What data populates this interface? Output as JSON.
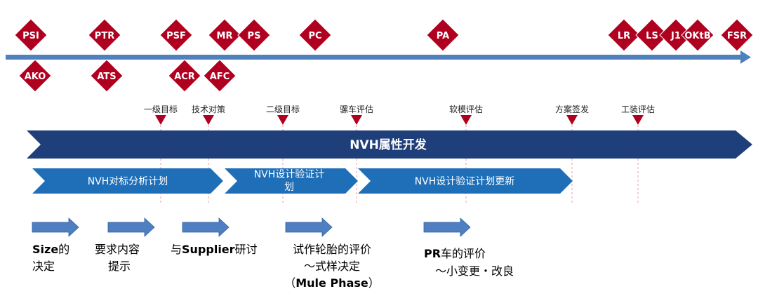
{
  "colors": {
    "timeline": "#4F81BD",
    "milestone": "#B00020",
    "band": "#1F3F7A",
    "phase": "#1F6FB8",
    "small_arrow": "#4F7FC0",
    "guide": "#E08080"
  },
  "milestones_top": [
    "PSI",
    "PTR",
    "PSF",
    "MR",
    "PS",
    "PC",
    "PA",
    "LR",
    "LS",
    "J1",
    "OKtB",
    "FSR"
  ],
  "milestones_bottom": [
    "AKO",
    "ATS",
    "ACR",
    "AFC"
  ],
  "markers": [
    "一级目标",
    "技术对策",
    "二级目标",
    "骡车评估",
    "软模评估",
    "方案签发",
    "工装评估"
  ],
  "main_band": {
    "label": "NVH属性开发"
  },
  "phases": [
    {
      "label": "NVH对标分析计划"
    },
    {
      "label_line1": "NVH设计验证计",
      "label_line2": "划"
    },
    {
      "label": "NVH设计验证计划更新"
    }
  ],
  "activities": [
    {
      "line1_bold": "Size",
      "line1_rest": "的",
      "line2": "决定",
      "line3": ""
    },
    {
      "line1_bold": "",
      "line1_rest": "要求内容",
      "line2": "提示",
      "line3": ""
    },
    {
      "line1_pre": "与",
      "line1_bold": "Supplier",
      "line1_rest": "研讨",
      "line2": "",
      "line3": ""
    },
    {
      "line1_bold": "",
      "line1_rest": "试作轮胎的评价",
      "line2": "～式样决定",
      "line3_pre": "（",
      "line3_bold": "Mule Phase",
      "line3_post": "）"
    },
    {
      "line1_bold": "PR",
      "line1_rest": "车的评价",
      "line2": "～小变更・改良",
      "line3": ""
    }
  ]
}
